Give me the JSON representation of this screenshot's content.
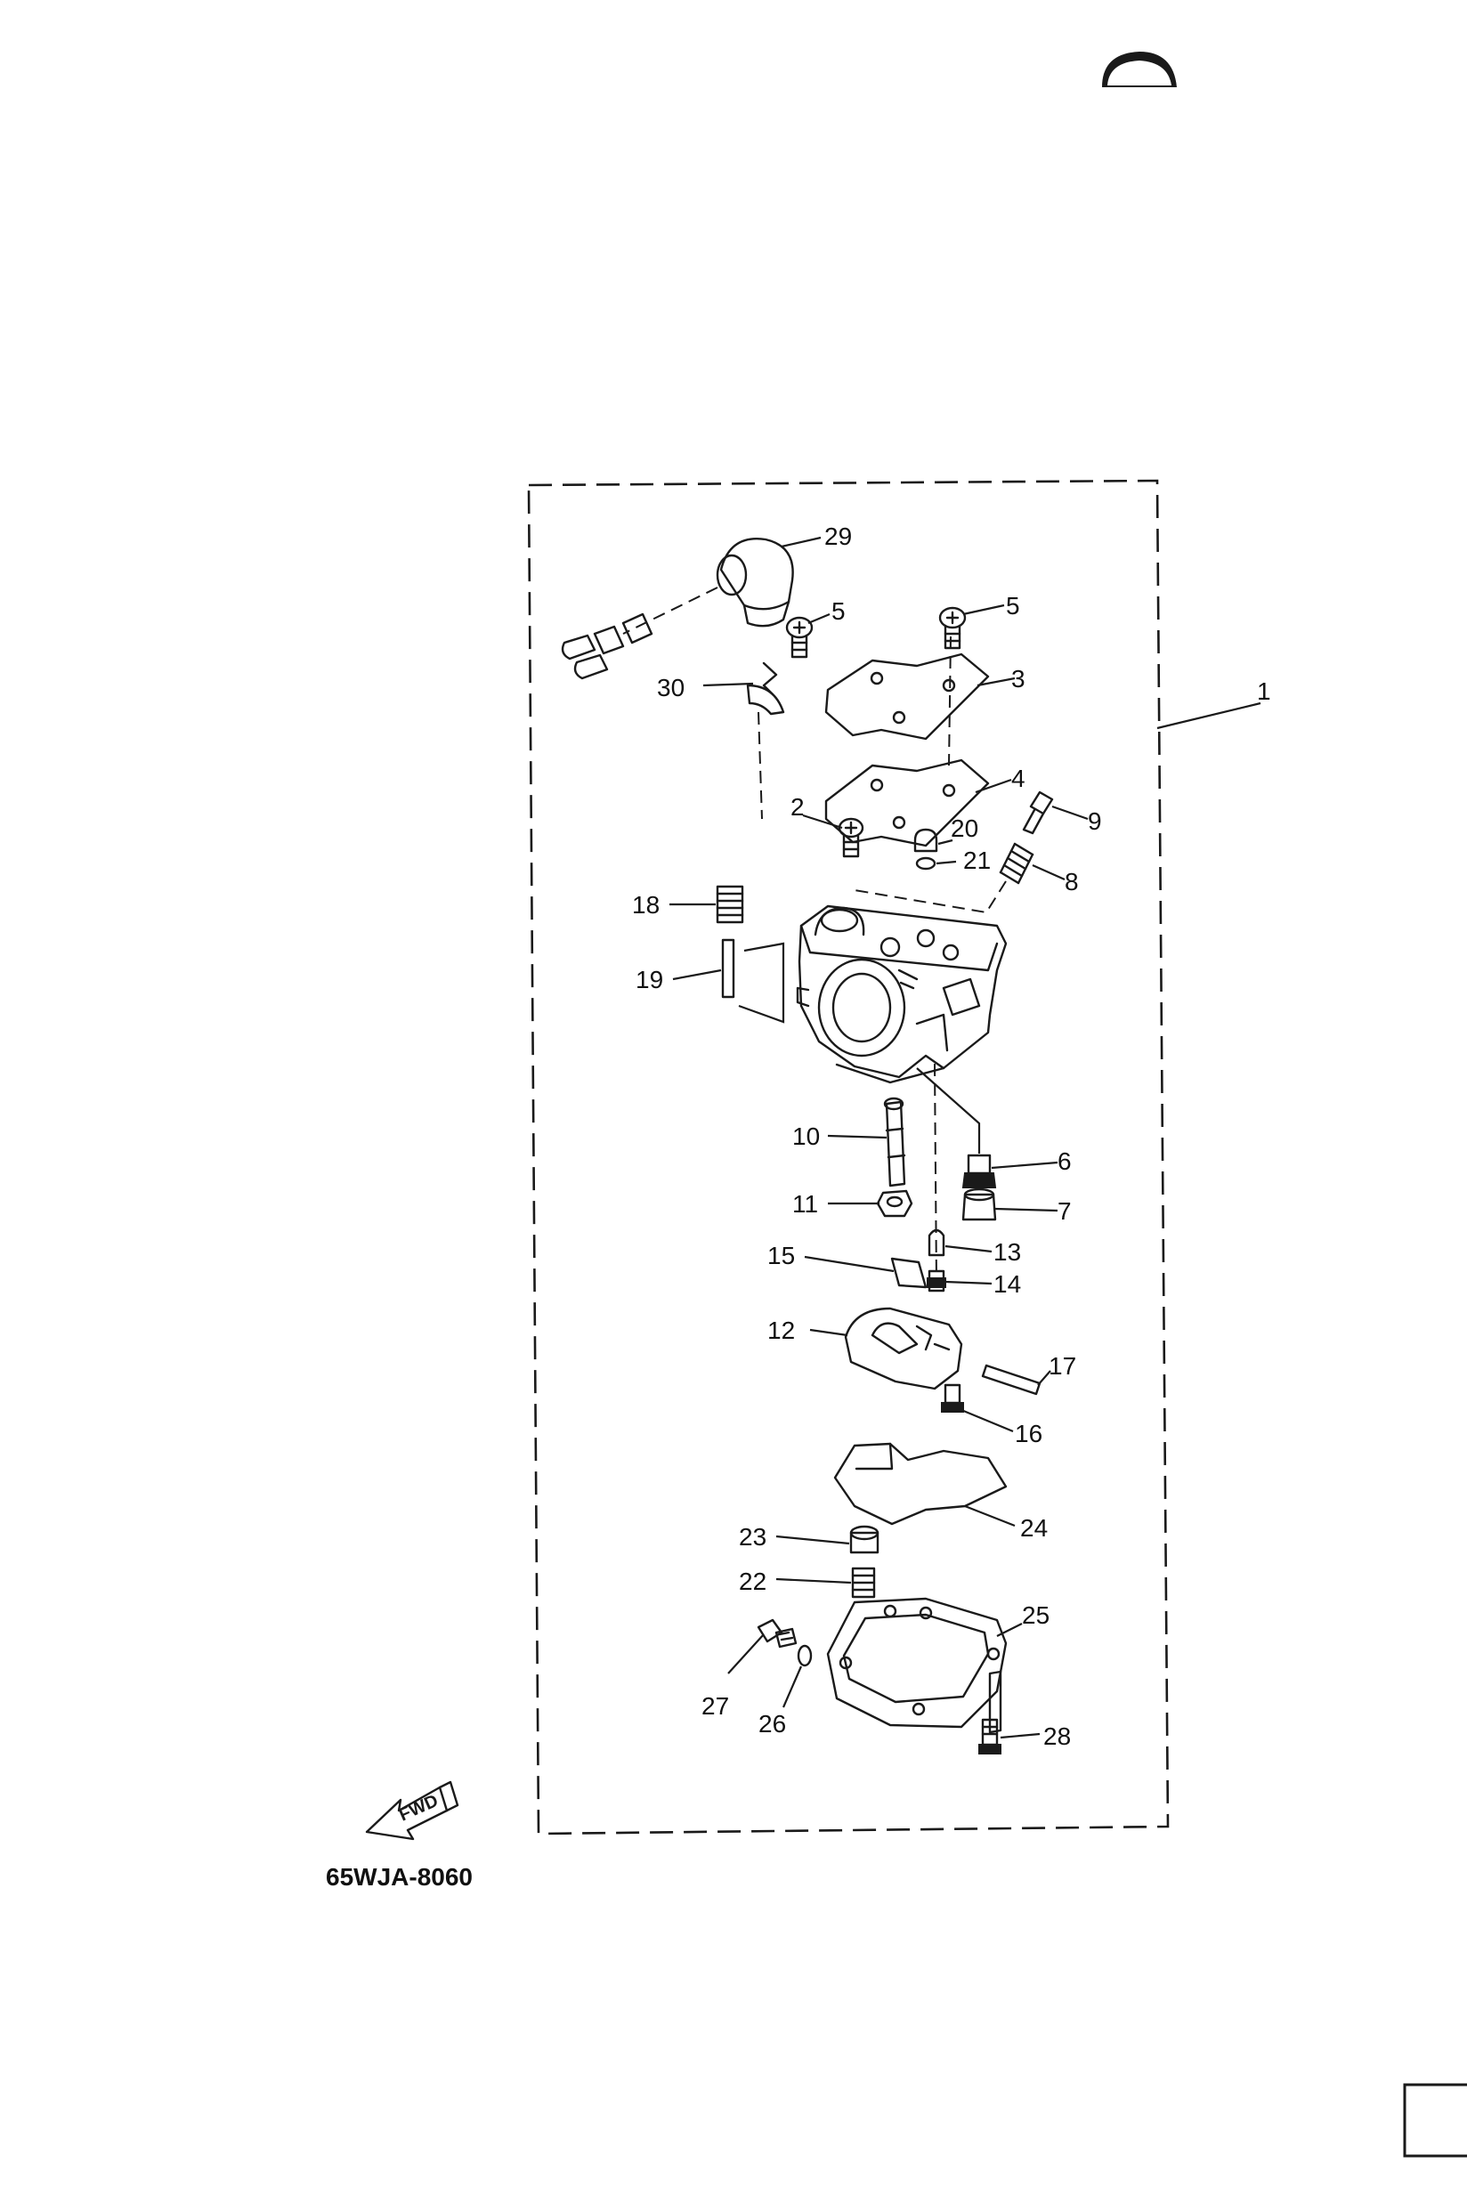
{
  "diagram": {
    "code": "65WJA-8060",
    "fwd_label": "FWD",
    "callouts": [
      "1",
      "2",
      "3",
      "4",
      "5",
      "5",
      "6",
      "7",
      "8",
      "9",
      "10",
      "11",
      "12",
      "13",
      "14",
      "15",
      "16",
      "17",
      "18",
      "19",
      "20",
      "21",
      "22",
      "23",
      "24",
      "25",
      "26",
      "27",
      "28",
      "29",
      "30"
    ]
  }
}
